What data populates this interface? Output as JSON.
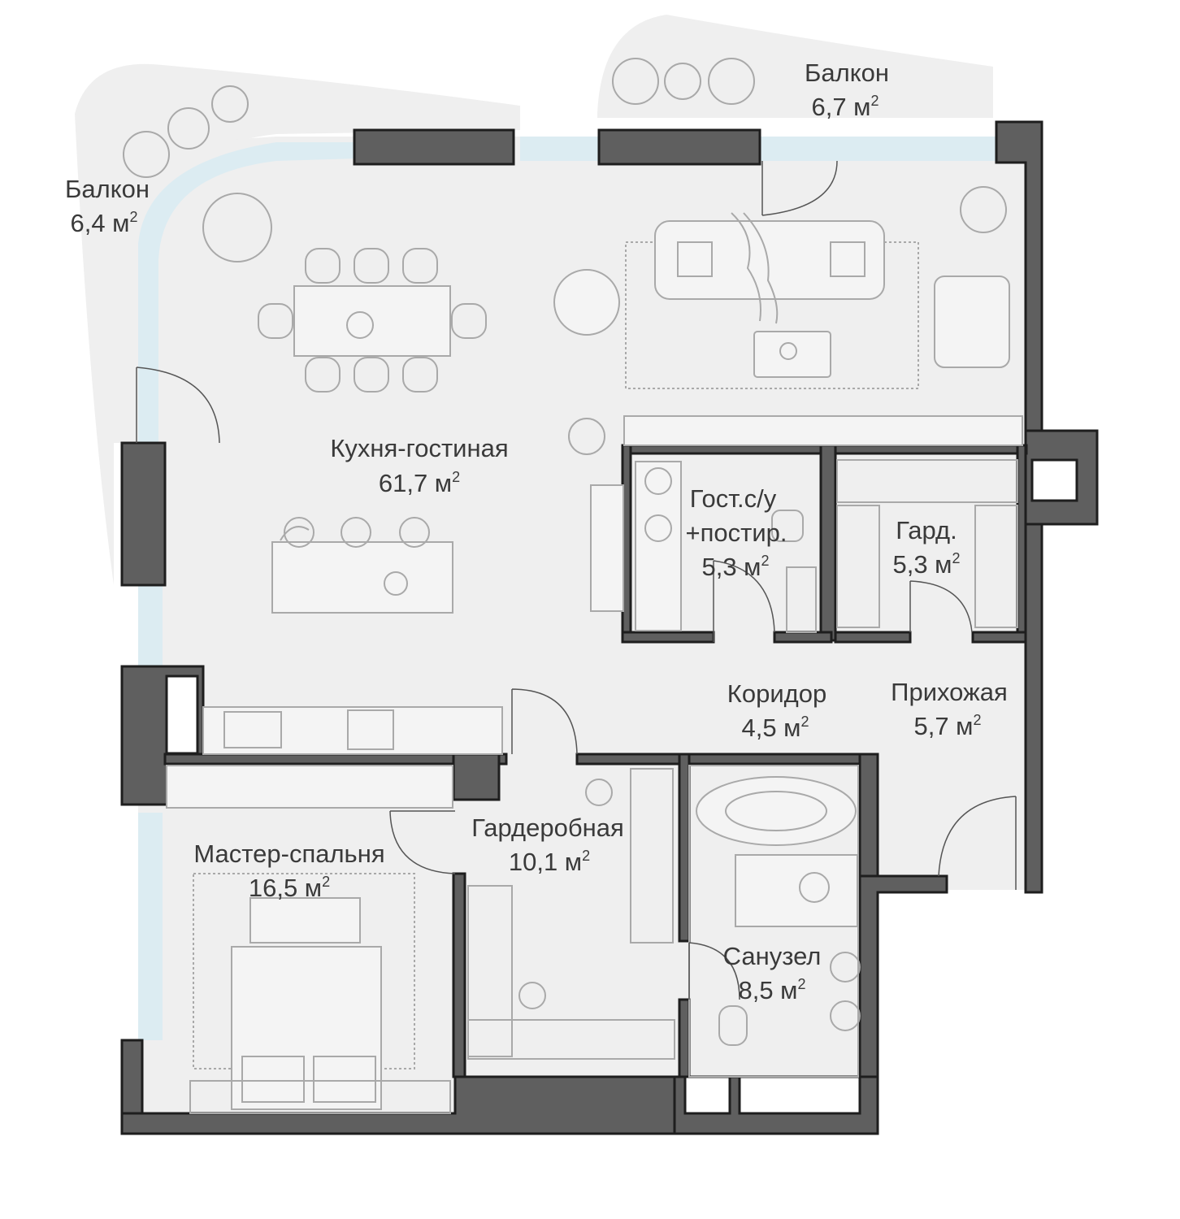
{
  "rooms": [
    {
      "id": "balcony-left",
      "name": "Балкон",
      "area": "6,4 м",
      "unit_sup": "2"
    },
    {
      "id": "balcony-top",
      "name": "Балкон",
      "area": "6,7 м",
      "unit_sup": "2"
    },
    {
      "id": "kitchen-living",
      "name": "Кухня-гостиная",
      "area": "61,7 м",
      "unit_sup": "2"
    },
    {
      "id": "guest-wc",
      "name": "Гост.с/у",
      "name2": "+постир.",
      "area": "5,3 м",
      "unit_sup": "2"
    },
    {
      "id": "wardrobe-small",
      "name": "Гард.",
      "area": "5,3 м",
      "unit_sup": "2"
    },
    {
      "id": "corridor",
      "name": "Коридор",
      "area": "4,5 м",
      "unit_sup": "2"
    },
    {
      "id": "hallway",
      "name": "Прихожая",
      "area": "5,7 м",
      "unit_sup": "2"
    },
    {
      "id": "dressing-room",
      "name": "Гардеробная",
      "area": "10,1 м",
      "unit_sup": "2"
    },
    {
      "id": "master-bedroom",
      "name": "Мастер-спальня",
      "area": "16,5 м",
      "unit_sup": "2"
    },
    {
      "id": "bathroom",
      "name": "Санузел",
      "area": "8,5 м",
      "unit_sup": "2"
    }
  ],
  "colors": {
    "wall": "#5f5f5f",
    "floor": "#efefef",
    "glass": "#dcecf2",
    "furniture": "#a9a9a9",
    "text": "#3a3a3a"
  }
}
